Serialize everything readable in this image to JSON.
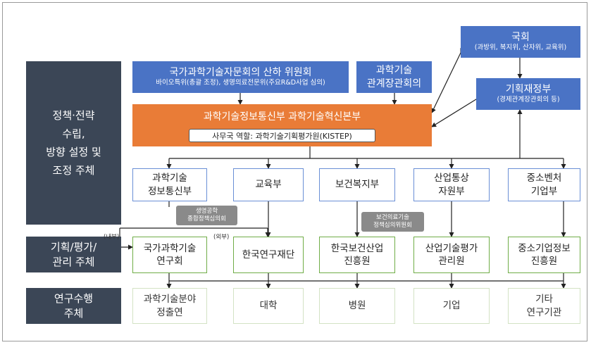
{
  "left_labels": {
    "policy": [
      "정책·전략",
      "수립,",
      "방향 설정 및",
      "조정 주체"
    ],
    "planning": [
      "기획/평가/",
      "관리 주체"
    ],
    "research": [
      "연구수행",
      "주체"
    ]
  },
  "top": {
    "advisory": {
      "title": "국가과학기술자문회의 산하 위원회",
      "sub": "바이오특위(총괄 조정), 생명의료전문위(주요R&D사업 심의)"
    },
    "ministers": {
      "line1": "과학기술",
      "line2": "관계장관회의"
    },
    "assembly": {
      "title": "국회",
      "sub": "(과방위, 복지위, 산자위, 교육위)"
    },
    "finance": {
      "title": "기획재정부",
      "sub": "(경제관계장관회의 등)"
    },
    "msit": {
      "title": "과학기술정보통신부 과학기술혁신본부",
      "secretariat": "사무국 역할: 과학기술기획평가원(KISTEP)"
    }
  },
  "ministries": [
    {
      "line1": "과학기술",
      "line2": "정보통신부"
    },
    {
      "line1": "교육부",
      "line2": ""
    },
    {
      "line1": "보건복지부",
      "line2": ""
    },
    {
      "line1": "산업통상",
      "line2": "자원부"
    },
    {
      "line1": "중소벤처",
      "line2": "기업부"
    }
  ],
  "committees": {
    "bio": {
      "line1": "생명공학",
      "line2": "종합정책심의회"
    },
    "health": {
      "line1": "보건의료기술",
      "line2": "정책심의위원회"
    }
  },
  "notes": {
    "internal": "(내부)",
    "external": "(외부)"
  },
  "agencies": [
    {
      "line1": "국가과학기술",
      "line2": "연구회"
    },
    {
      "line1": "한국연구재단",
      "line2": ""
    },
    {
      "line1": "한국보건산업",
      "line2": "진흥원"
    },
    {
      "line1": "산업기술평가",
      "line2": "관리원"
    },
    {
      "line1": "중소기업정보",
      "line2": "진흥원"
    }
  ],
  "performers": [
    {
      "line1": "과학기술분야",
      "line2": "정출연"
    },
    {
      "line1": "대학",
      "line2": ""
    },
    {
      "line1": "병원",
      "line2": ""
    },
    {
      "line1": "기업",
      "line2": ""
    },
    {
      "line1": "기타",
      "line2": "연구기관"
    }
  ]
}
